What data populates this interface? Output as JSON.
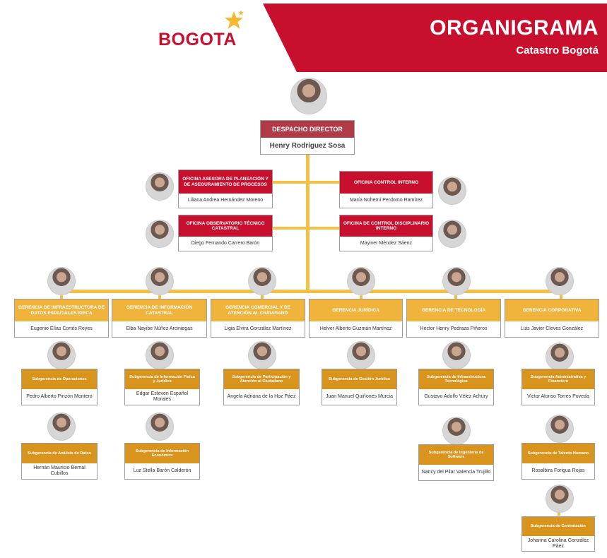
{
  "header": {
    "title": "ORGANIGRAMA",
    "subtitle": "Catastro Bogotá",
    "logo_text": "BOGOTA"
  },
  "colors": {
    "brand_red": "#c8102e",
    "director_red": "#b03a48",
    "gerencia_gold": "#f0b43c",
    "subgerencia_brown": "#d9941e",
    "connector": "#f2c045"
  },
  "director": {
    "title": "DESPACHO DIRECTOR",
    "name": "Henry Rodríguez Sosa"
  },
  "offices": [
    {
      "title": "OFICINA ASESORA DE PLANEACIÓN Y DE ASEGURAMIENTO DE PROCESOS",
      "name": "Liliana Andrea Hernández Moreno"
    },
    {
      "title": "OFICINA CONTROL INTERNO",
      "name": "María Nohemí Perdomo Ramírez"
    },
    {
      "title": "OFICINA OBSERVATORIO TÉCNICO CATASTRAL",
      "name": "Diego Fernando Carrero Barón"
    },
    {
      "title": "OFICINA DE CONTROL DISCIPLINARIO INTERNO",
      "name": "Mayiver Méndez Sáenz"
    }
  ],
  "gerencias": [
    {
      "title": "GERENCIA DE INFRAESTRUCTURA DE DATOS ESPACIALES IDECA",
      "name": "Eugenio Elías Cortés Reyes"
    },
    {
      "title": "GERENCIA DE INFORMACIÓN CATASTRAL",
      "name": "Elba Nayibe Núñez Arciniegas"
    },
    {
      "title": "GERENCIA COMERCIAL Y DE ATENCIÓN AL CIUDADANO",
      "name": "Ligia Elvira González Martínez"
    },
    {
      "title": "GERENCIA JURÍDICA",
      "name": "Helver Alberto Guzmán Martínez"
    },
    {
      "title": "GERENCIA DE TECNOLOGÍA",
      "name": "Hector Henry Pedraza Piñeros"
    },
    {
      "title": "GERENCIA CORPORATIVA",
      "name": "Luis Javier Cleves González"
    }
  ],
  "subgerencias": [
    {
      "title": "Subgerencia de Operaciones",
      "name": "Pedro Alberto Pinzón Montero"
    },
    {
      "title": "Subgerencia de Análisis de Datos",
      "name": "Hernán Mauricio Bernal Cubillos"
    },
    {
      "title": "Subgerencia de Información Física y Jurídica",
      "name": "Edgar Esteven Español Morales"
    },
    {
      "title": "Subgerencia de Información Económica",
      "name": "Luz Stella Barón Calderón"
    },
    {
      "title": "Subgerencia de Participación y Atención al Ciudadano",
      "name": "Ángela Adriana de la Hoz Páez"
    },
    {
      "title": "Subgerencia de Gestión Jurídica",
      "name": "Juan Manuel Quiñones Murcia"
    },
    {
      "title": "Subgerencia de Infraestructura Tecnológica",
      "name": "Gustavo Adolfo Vélez Achury"
    },
    {
      "title": "Subgerencia de Ingeniería de Software",
      "name": "Nancy del Pilar Valencia Trujillo"
    },
    {
      "title": "Subgerencia Administrativa y Financiera",
      "name": "Victor Alonso Torres Poveda"
    },
    {
      "title": "Subgerencia de Talento Humano",
      "name": "Rosalbira Forigua Rojas"
    },
    {
      "title": "Subgerencia de Contratación",
      "name": "Johanna Carolina González Páez"
    }
  ]
}
